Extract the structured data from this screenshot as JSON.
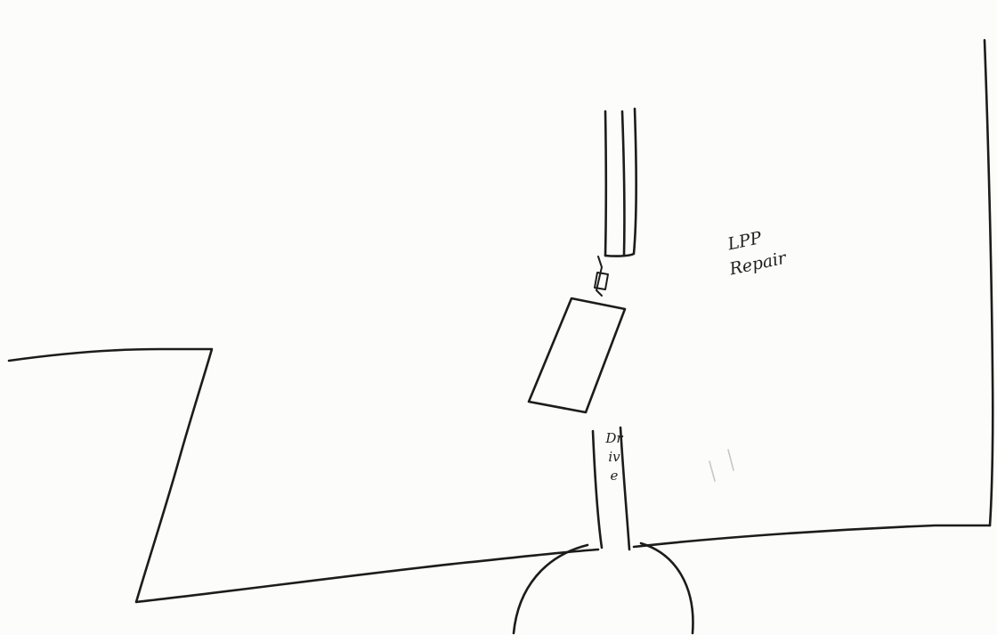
{
  "annotation": {
    "line1": "LPP",
    "line2": "Repair"
  },
  "pipe_label": "Drive",
  "ink_color": "#1c1c1c",
  "paper_color": "#fcfcfa"
}
